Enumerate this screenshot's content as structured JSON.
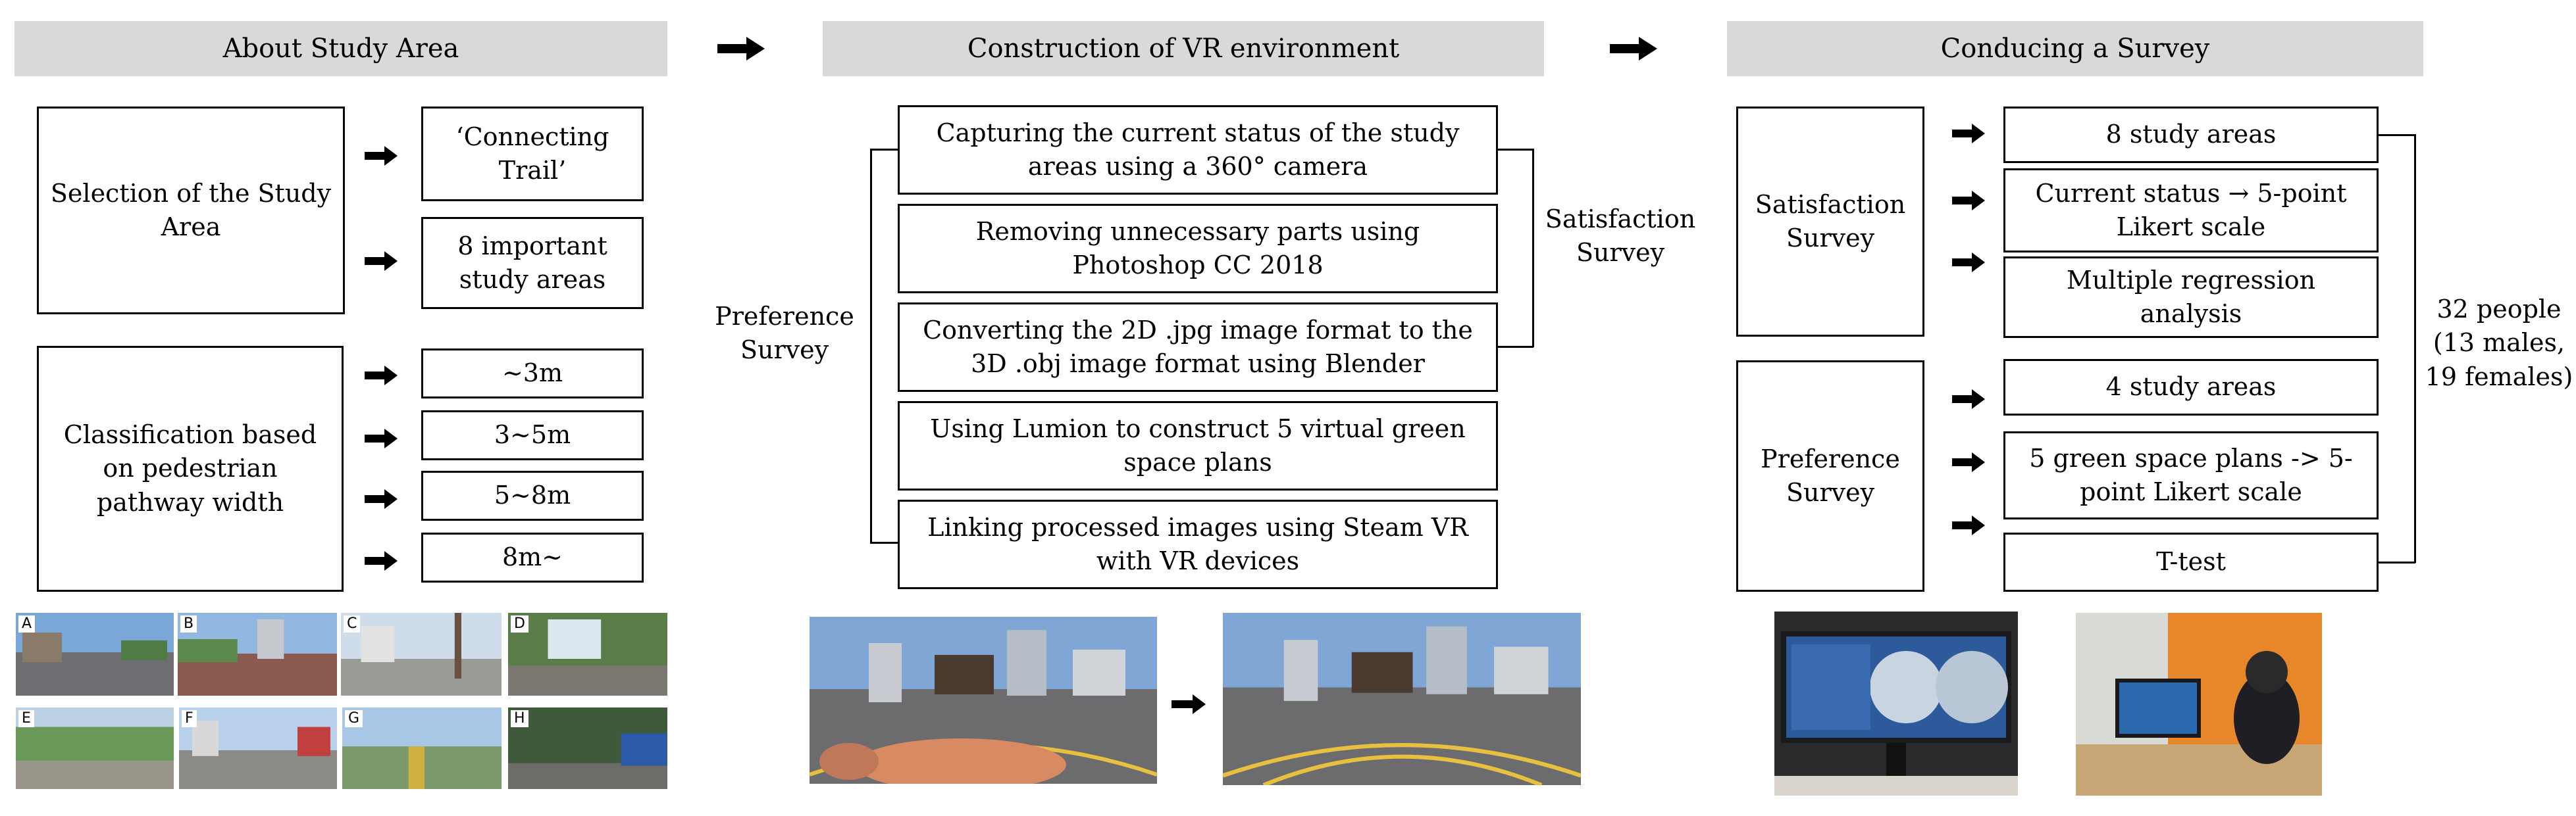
{
  "headers": {
    "study_area": "About Study Area",
    "vr_env": "Construction of VR environment",
    "survey": "Conducing a Survey"
  },
  "section1": {
    "selection": "Selection of the Study Area",
    "connecting_trail": "‘Connecting Trail’",
    "important_areas": "8 important study areas",
    "classification": "Classification based on pedestrian pathway width",
    "widths": [
      "~3m",
      "3~5m",
      "5~8m",
      "8m~"
    ],
    "photo_labels": [
      "A",
      "B",
      "C",
      "D",
      "E",
      "F",
      "G",
      "H"
    ]
  },
  "section2": {
    "steps": [
      "Capturing the current status of the study areas using a 360°  camera",
      "Removing unnecessary parts using Photoshop CC 2018",
      "Converting the 2D .jpg image format to the 3D .obj image format using Blender",
      "Using Lumion to construct 5 virtual green space plans",
      "Linking processed images using Steam VR with VR devices"
    ],
    "preference_label": "Preference Survey",
    "satisfaction_label": "Satisfaction Survey"
  },
  "section3": {
    "satisfaction": "Satisfaction Survey",
    "preference": "Preference Survey",
    "sat_items": [
      "8 study areas",
      "Current status → 5-point Likert scale",
      "Multiple regression analysis"
    ],
    "pref_items": [
      "4 study areas",
      "5 green space plans -> 5-point Likert scale",
      "T-test"
    ],
    "participants": "32 people (13 males, 19 females)"
  },
  "colors": {
    "header_bg": "#d9d9d9",
    "border": "#000000"
  }
}
